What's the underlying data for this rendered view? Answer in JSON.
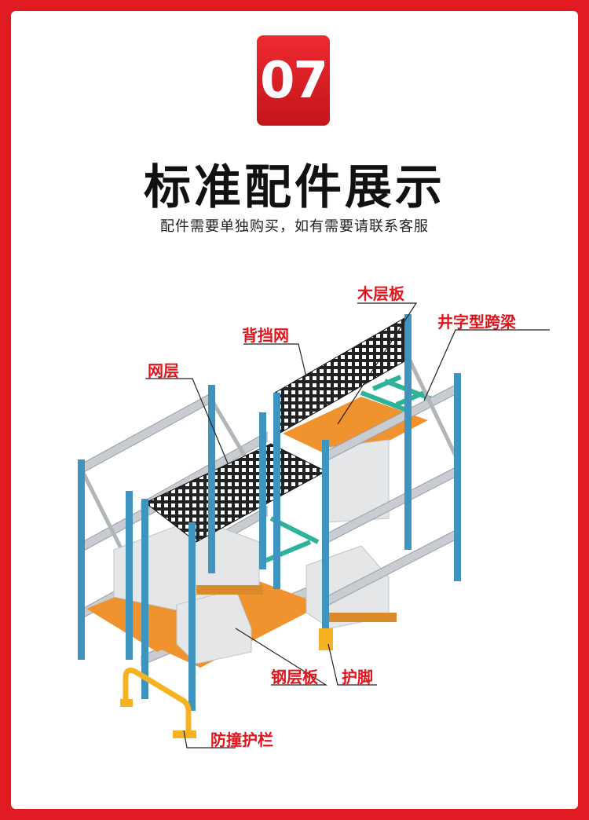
{
  "badge": {
    "number": "07"
  },
  "header": {
    "title": "标准配件展示",
    "subtitle": "配件需要单独购买，如有需要请联系客服"
  },
  "labels": {
    "mesh_deck": "网层",
    "back_mesh": "背挡网",
    "wood_deck": "木层板",
    "cross_beam": "井字型跨梁",
    "steel_deck": "钢层板",
    "foot_guard": "护脚",
    "guard_rail": "防撞护栏"
  },
  "colors": {
    "accent": "#e21a22",
    "upright": "#3f93bf",
    "beam": "#c9cdd1",
    "deck": "#f0922e",
    "crossbeam": "#2db39a"
  }
}
